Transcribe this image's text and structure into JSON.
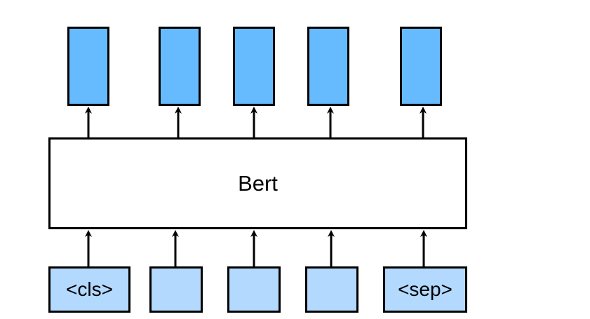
{
  "model": {
    "label": "Bert"
  },
  "inputs": [
    {
      "label": "<cls>"
    },
    {
      "label": ""
    },
    {
      "label": ""
    },
    {
      "label": ""
    },
    {
      "label": "<sep>"
    }
  ],
  "outputs": [
    {
      "label": ""
    },
    {
      "label": ""
    },
    {
      "label": ""
    },
    {
      "label": ""
    },
    {
      "label": ""
    }
  ],
  "colors": {
    "output_fill": "#66bbff",
    "input_fill": "#b3d9ff",
    "stroke": "#000000"
  }
}
